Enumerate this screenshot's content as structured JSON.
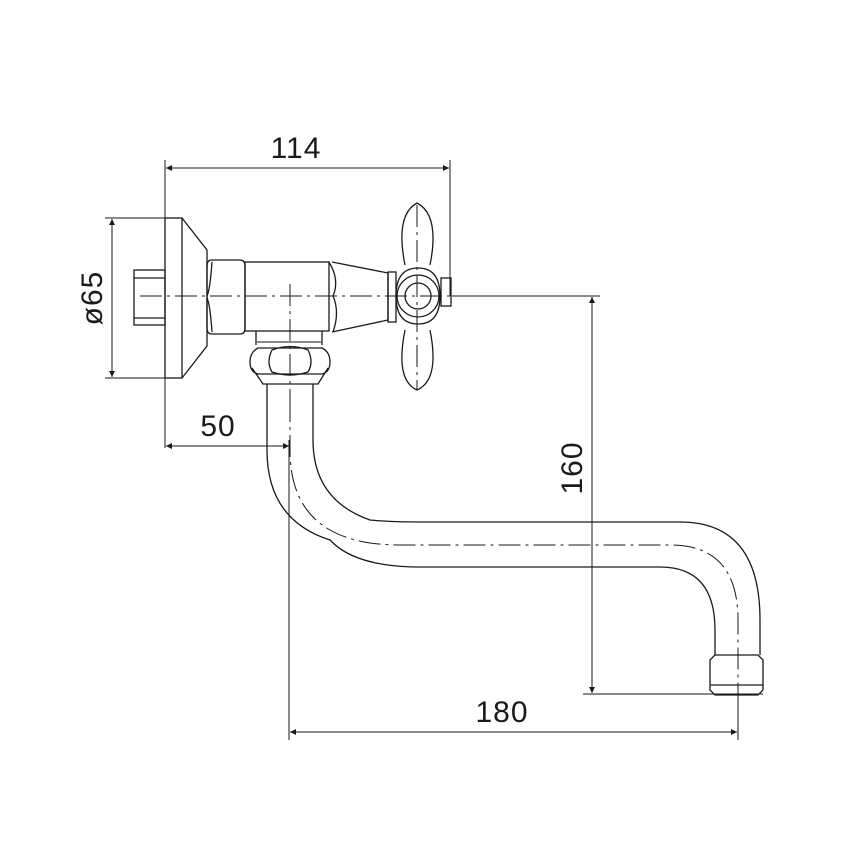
{
  "diagram": {
    "type": "technical-drawing",
    "subject": "wall-mounted tap with swivel spout and cross handle",
    "colors": {
      "line": "#1a1a1a",
      "background": "#ffffff"
    },
    "dimensions": {
      "overall_depth": {
        "label": "114",
        "unit": "mm"
      },
      "flange_diameter": {
        "label": "ø65",
        "unit": "mm"
      },
      "wall_to_spout_axis": {
        "label": "50",
        "unit": "mm"
      },
      "spout_height": {
        "label": "160",
        "unit": "mm"
      },
      "spout_reach": {
        "label": "180",
        "unit": "mm"
      }
    }
  }
}
